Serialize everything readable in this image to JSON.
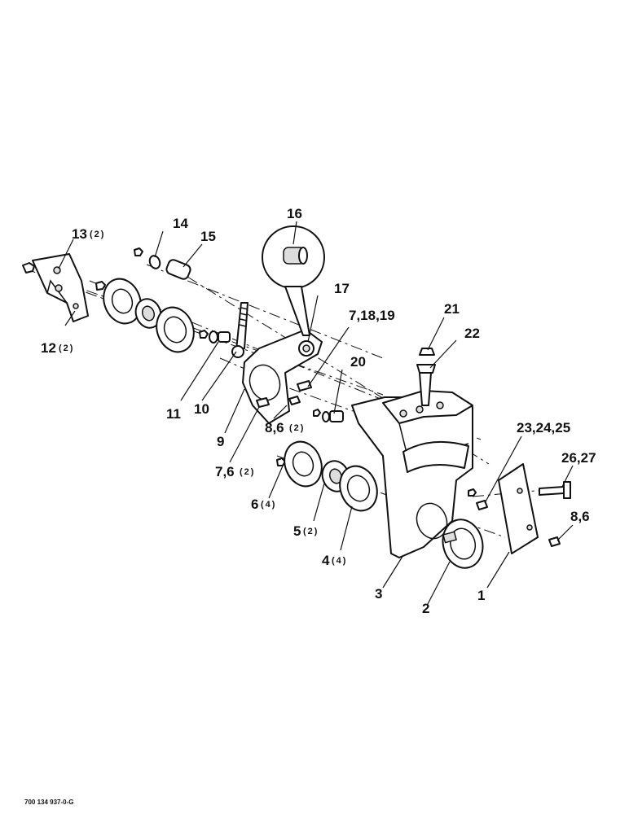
{
  "labels": {
    "p1": "1",
    "p2": "2",
    "p3": "3",
    "p4": "4",
    "p5": "5",
    "p6": "6",
    "p7_6": "7,6",
    "p8_6a": "8,6",
    "p8_6b": "8,6",
    "p9": "9",
    "p10": "10",
    "p11": "11",
    "p12": "12",
    "p13": "13",
    "p14": "14",
    "p15": "15",
    "p16": "16",
    "p17": "17",
    "p7_18_19": "7,18,19",
    "p20": "20",
    "p21": "21",
    "p22": "22",
    "p23_24_25": "23,24,25",
    "p26_27": "26,27"
  },
  "quantities": {
    "q4": "(4)",
    "q5": "(2)",
    "q6": "(4)",
    "q7_6": "(2)",
    "q8_6": "(2)",
    "q12": "(2)",
    "q13": "(2)"
  },
  "drawing_code": "700 134 937-0-G"
}
